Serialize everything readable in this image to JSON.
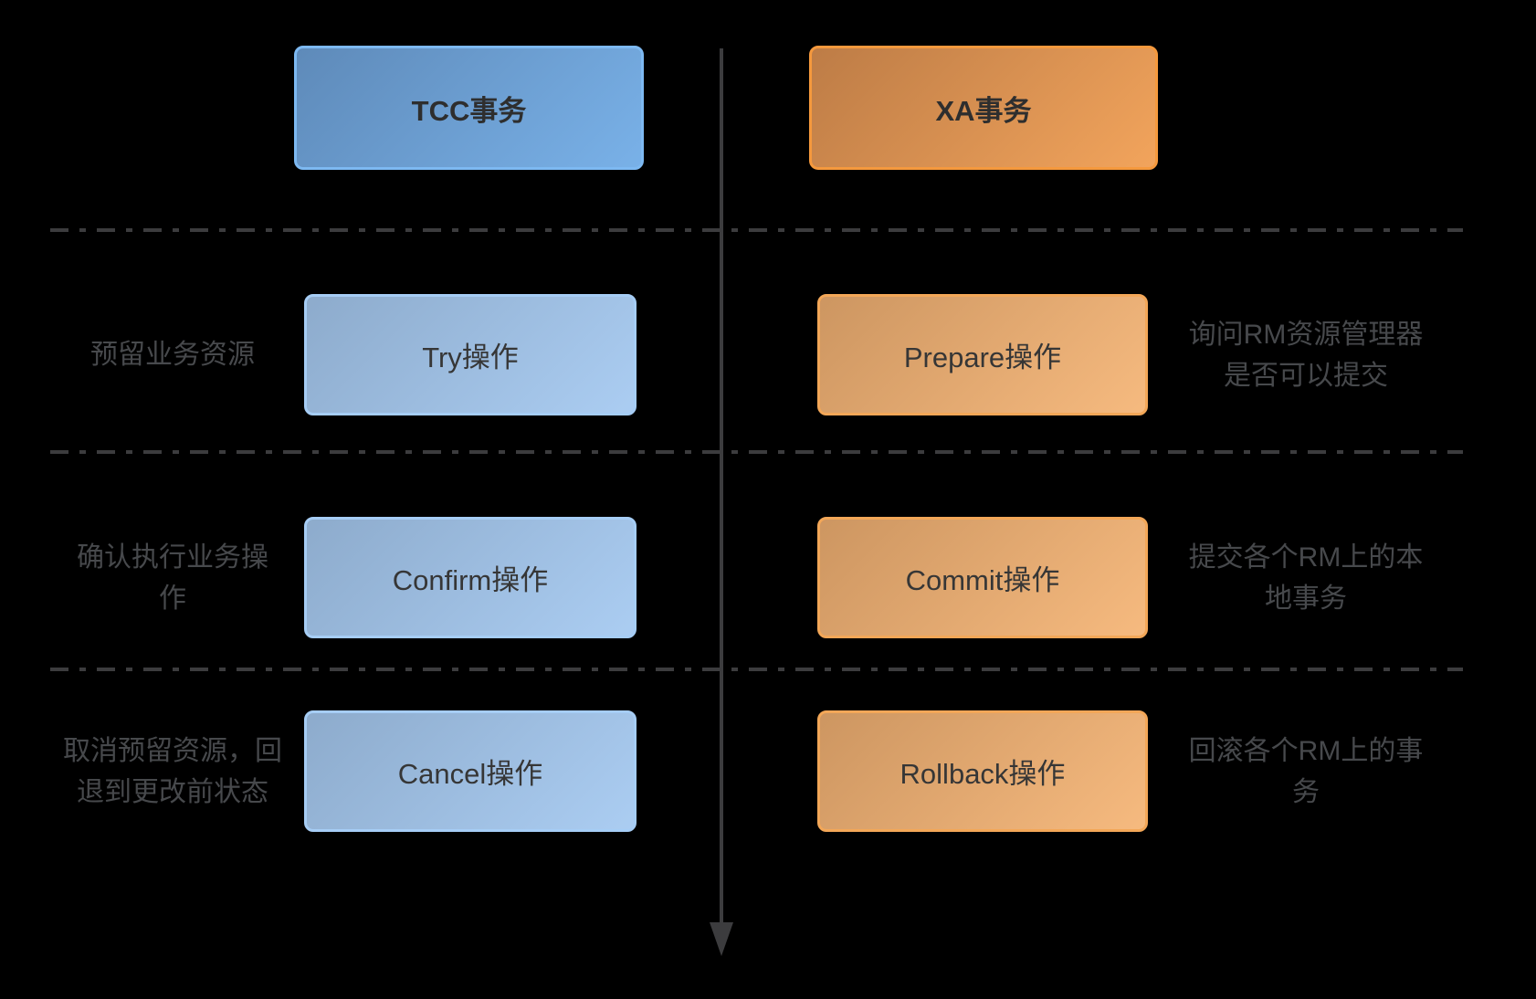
{
  "diagram": {
    "title_left": "TCC事务",
    "title_right": "XA事务",
    "rows": [
      {
        "left_label": "预留业务资源",
        "tcc_box": "Try操作",
        "xa_box": "Prepare操作",
        "right_label": "询问RM资源管理器\n是否可以提交"
      },
      {
        "left_label": "确认执行业务操\n作",
        "tcc_box": "Confirm操作",
        "xa_box": "Commit操作",
        "right_label": "提交各个RM上的本\n地事务"
      },
      {
        "left_label": "取消预留资源，回\n退到更改前状态",
        "tcc_box": "Cancel操作",
        "xa_box": "Rollback操作",
        "right_label": "回滚各个RM上的事\n务"
      }
    ]
  },
  "colors": {
    "background": "#000000",
    "line-color": "#3c3c3e",
    "label-color": "#47494c",
    "tcc-hdr-start": "#5e8ab9",
    "tcc-hdr-end": "#79b1e8",
    "tcc-hdr-border": "#7db9f2",
    "tcc-node-start": "#8dabcc",
    "tcc-node-end": "#abcdf2",
    "tcc-node-border": "#a6cdf5",
    "xa-hdr-start": "#bd7c46",
    "xa-hdr-end": "#f2a45c",
    "xa-hdr-border": "#f5993d",
    "xa-node-start": "#cd9661",
    "xa-node-end": "#f6ba7f",
    "xa-node-border": "#f3a758"
  }
}
